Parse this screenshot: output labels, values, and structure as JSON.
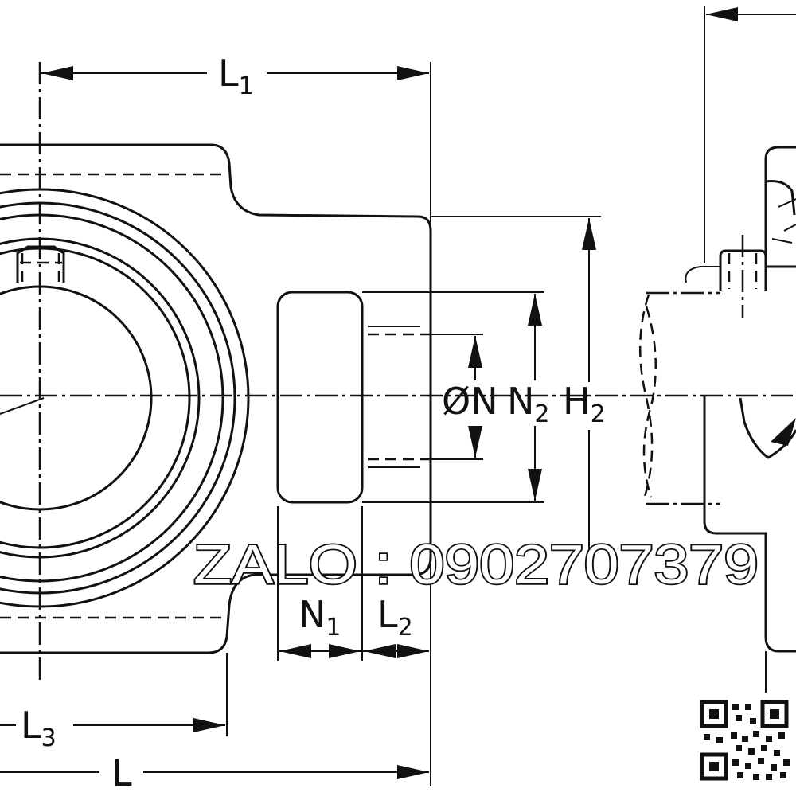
{
  "labels": {
    "L1": {
      "main": "L",
      "sub": "1"
    },
    "L": {
      "main": "L"
    },
    "L2": {
      "main": "L",
      "sub": "2"
    },
    "L3": {
      "main": "L",
      "sub": "3"
    },
    "N1": {
      "main": "N",
      "sub": "1"
    },
    "N2": {
      "main": "N",
      "sub": "2"
    },
    "H2": {
      "main": "H",
      "sub": "2"
    },
    "dN": {
      "main": "ØN"
    }
  },
  "watermark": {
    "text": "ZALO : 0902707379"
  },
  "colors": {
    "line": "#111111",
    "background": "#ffffff"
  },
  "icons": {
    "qr": "qr-code-icon"
  }
}
